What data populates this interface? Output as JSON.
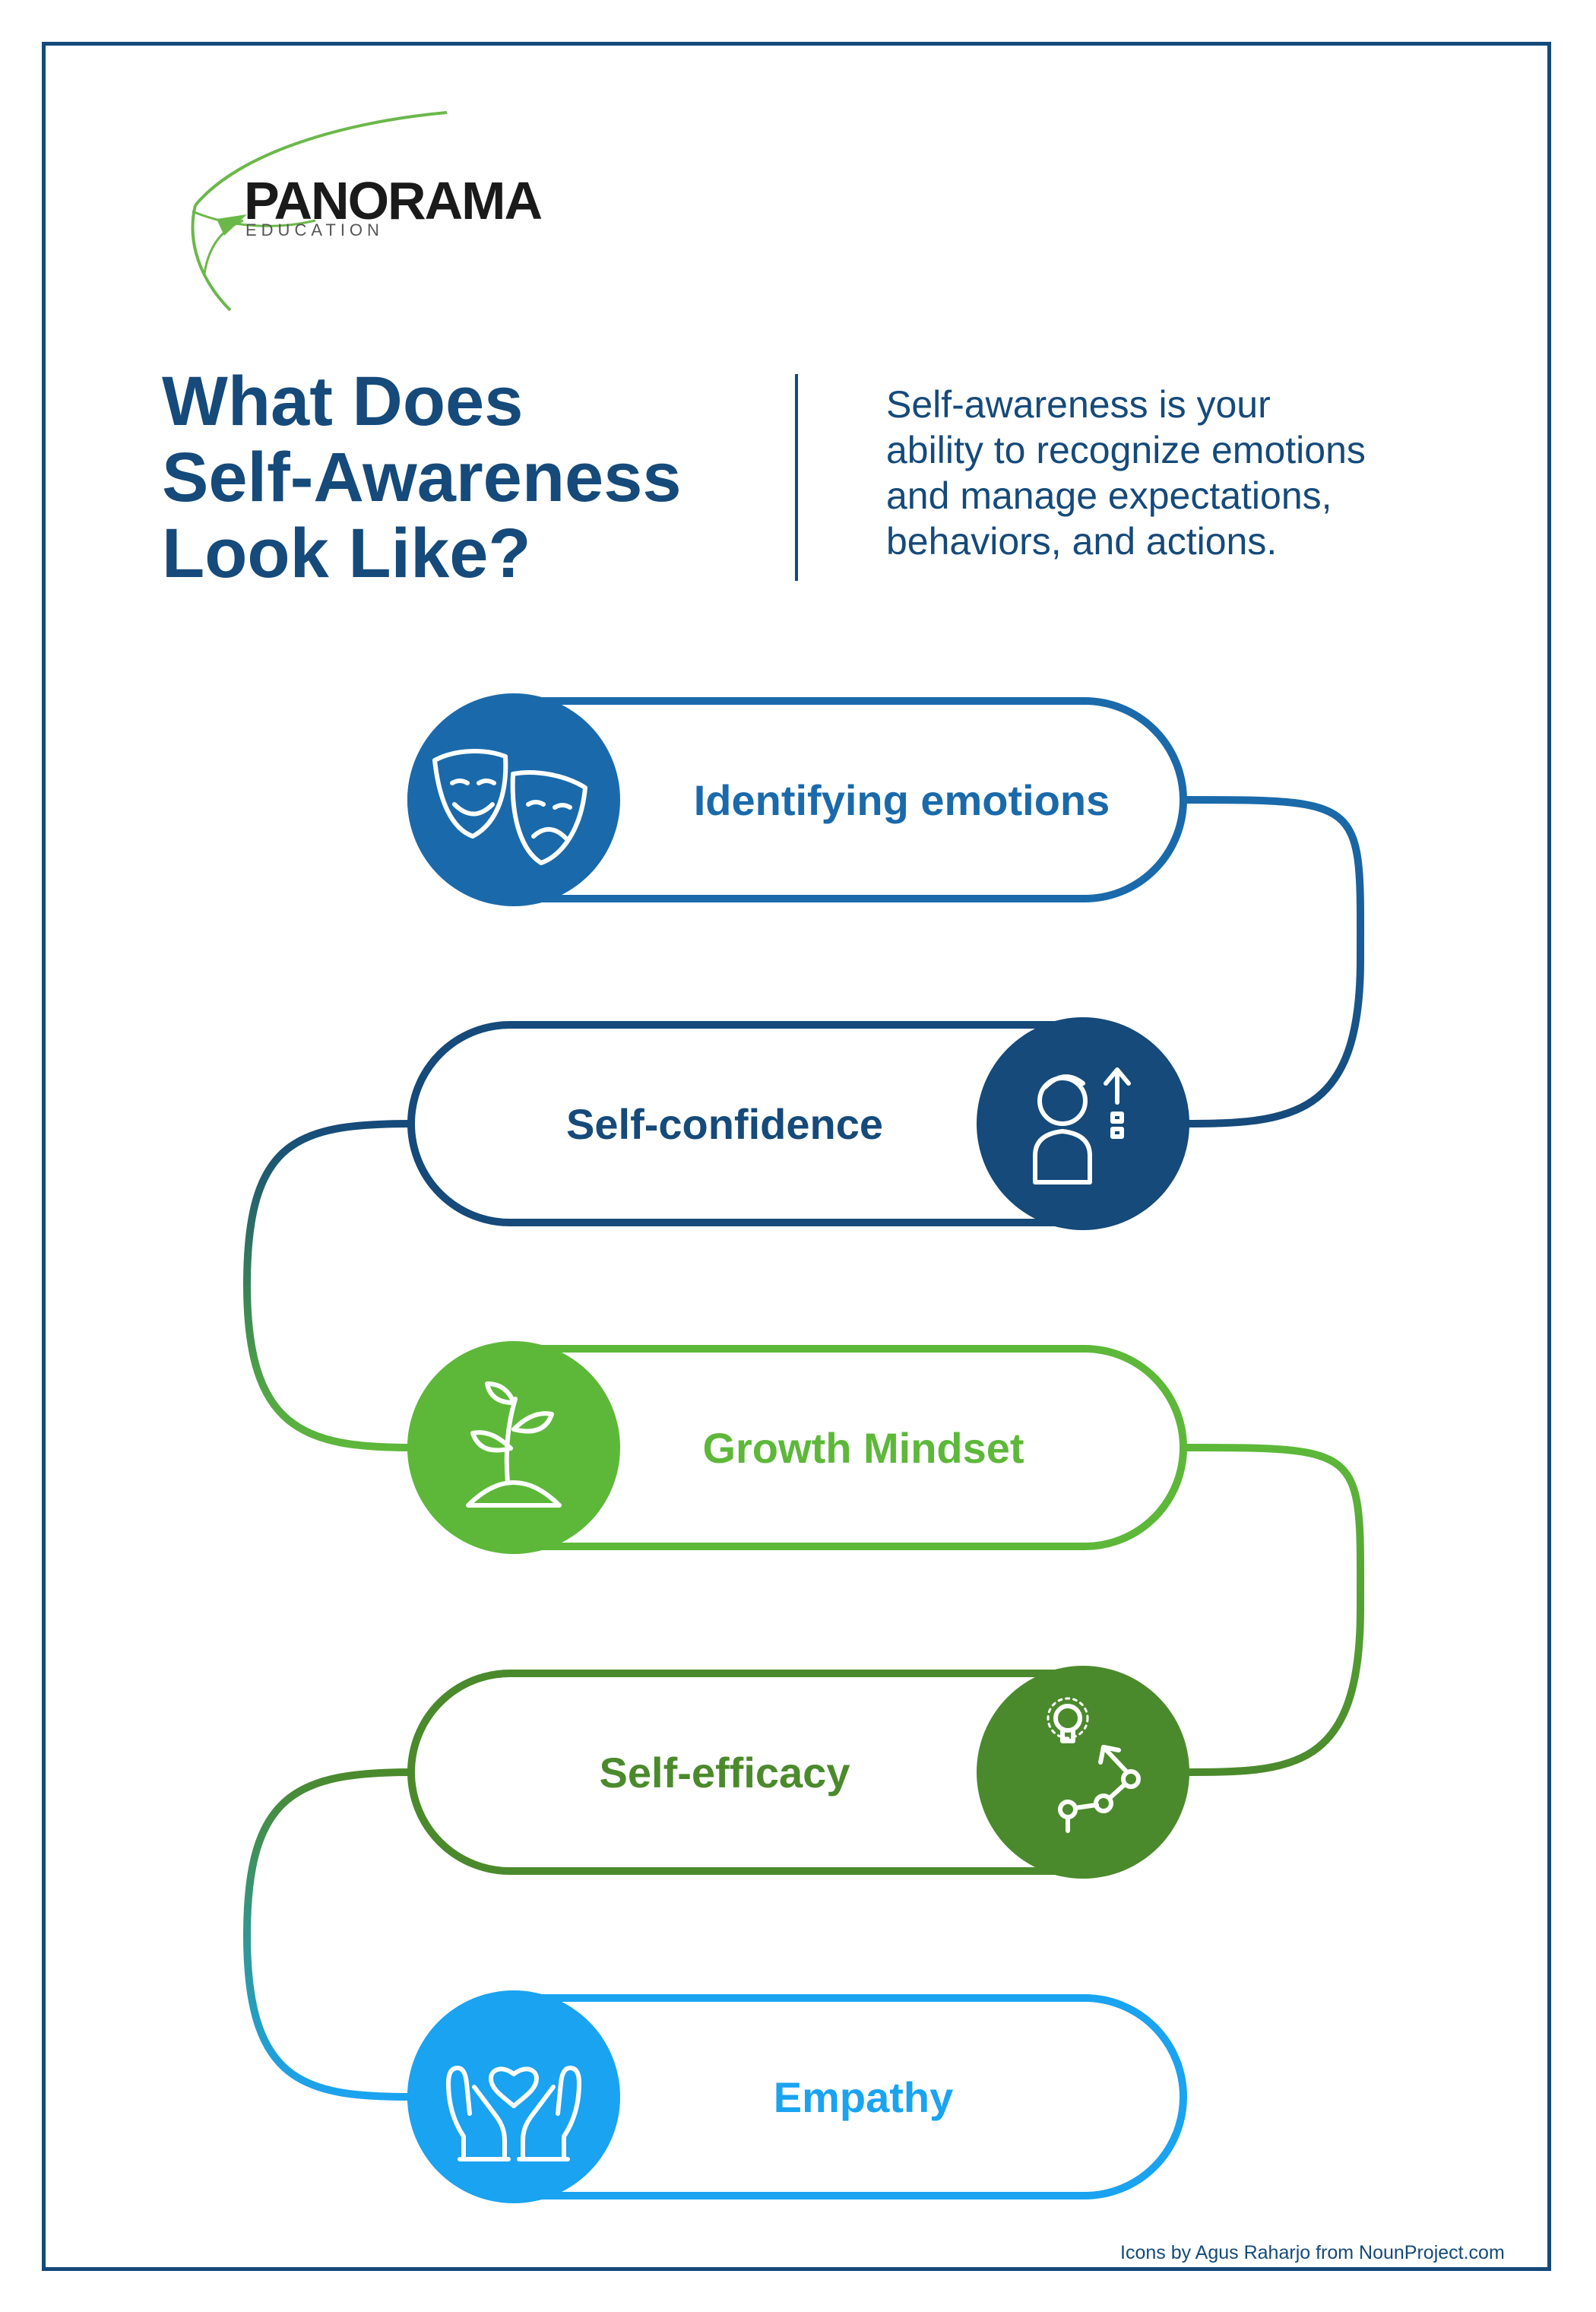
{
  "brand": {
    "name": "PANORAMA",
    "sub": "EDUCATION"
  },
  "header": {
    "title_lines": [
      "What Does",
      "Self-Awareness",
      "Look Like?"
    ],
    "description_lines": [
      "Self-awareness is your",
      "ability to recognize emotions",
      "and manage expectations,",
      "behaviors, and actions."
    ]
  },
  "steps": [
    {
      "label": "Identifying emotions",
      "icon": "theater-masks-icon",
      "color": "#1a6aab"
    },
    {
      "label": "Self-confidence",
      "icon": "confident-person-icon",
      "color": "#154a7a"
    },
    {
      "label": "Growth Mindset",
      "icon": "sprouting-plant-icon",
      "color": "#5db83a"
    },
    {
      "label": "Self-efficacy",
      "icon": "lightbulb-path-icon",
      "color": "#4b8a2c"
    },
    {
      "label": "Empathy",
      "icon": "hands-heart-icon",
      "color": "#1aa3f0"
    }
  ],
  "footer": {
    "credit": "Icons by Agus Raharjo from NounProject.com"
  }
}
